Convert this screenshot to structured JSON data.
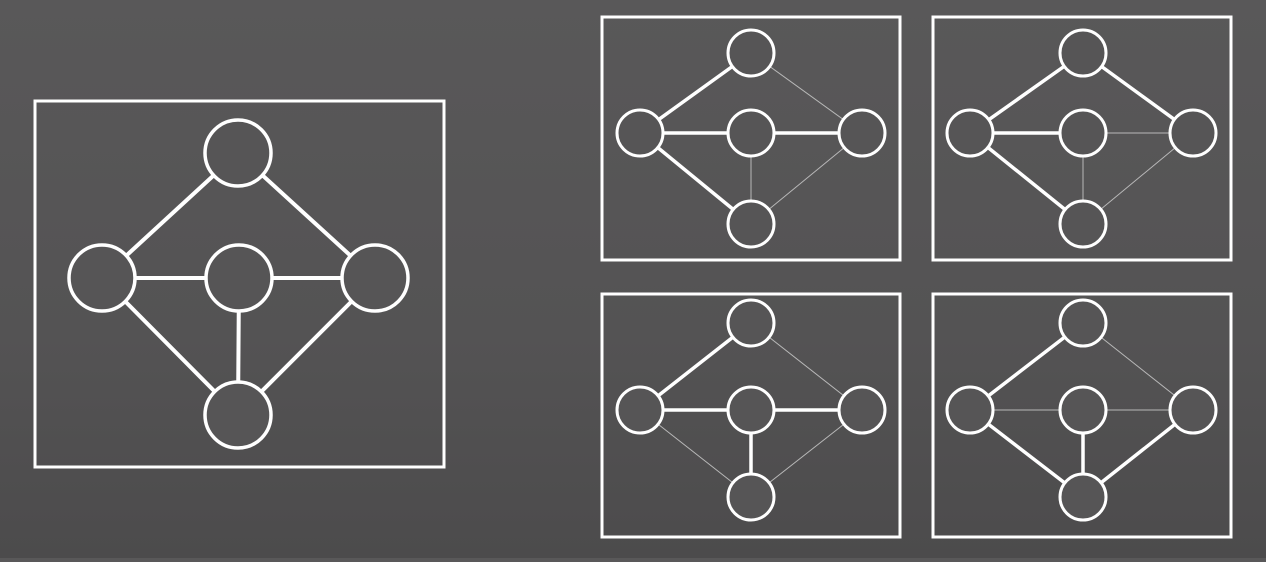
{
  "colors": {
    "background": "#565556",
    "stroke": "#ffffff",
    "faint_stroke": "#b8b8b8"
  },
  "graph": {
    "nodes": [
      "top",
      "left",
      "center",
      "right",
      "bottom"
    ],
    "edges": [
      [
        "top",
        "left"
      ],
      [
        "top",
        "right"
      ],
      [
        "left",
        "center"
      ],
      [
        "center",
        "right"
      ],
      [
        "left",
        "bottom"
      ],
      [
        "right",
        "bottom"
      ],
      [
        "center",
        "bottom"
      ]
    ]
  },
  "panels": [
    {
      "id": "full-graph",
      "highlighted_edges": [
        0,
        1,
        2,
        3,
        4,
        5,
        6
      ]
    },
    {
      "id": "spanning-tree-1",
      "highlighted_edges": [
        0,
        2,
        3,
        4
      ]
    },
    {
      "id": "spanning-tree-2",
      "highlighted_edges": [
        0,
        1,
        2,
        4
      ]
    },
    {
      "id": "spanning-tree-3",
      "highlighted_edges": [
        0,
        2,
        3,
        6
      ]
    },
    {
      "id": "spanning-tree-4",
      "highlighted_edges": [
        0,
        4,
        5,
        6
      ]
    }
  ]
}
